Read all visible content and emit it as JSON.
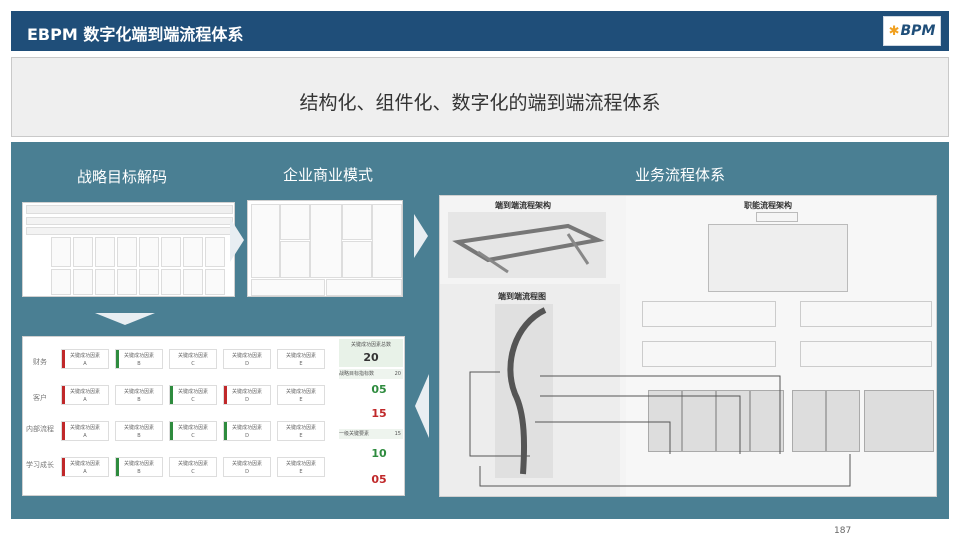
{
  "header": {
    "title": "EBPM 数字化端到端流程体系",
    "logo_text": "BPM"
  },
  "banner": {
    "text": "结构化、组件化、数字化的端到端流程体系"
  },
  "sections": {
    "strategy": "战略目标解码",
    "business_model": "企业商业模式",
    "process_system": "业务流程体系"
  },
  "process_panel": {
    "e2e_arch_title": "端到端流程架构",
    "e2e_map_title": "端到端流程图",
    "func_arch_title": "职能流程架构"
  },
  "balanced_scorecard": {
    "rows": [
      "财务",
      "客户",
      "内部流程",
      "学习成长"
    ],
    "card_label": "关键成功因素",
    "card_letters": [
      "A",
      "B",
      "C",
      "D",
      "E"
    ],
    "scores": {
      "header": "关键成功因素总数",
      "total": "20",
      "sub1_label": "战略目标指标数",
      "sub1_val": "20",
      "v1": "05",
      "v2": "15",
      "sub2_label": "一级关键要素",
      "sub2_val": "15",
      "v3": "10",
      "v4": "05"
    }
  },
  "colors": {
    "header": "#1f4e79",
    "main_bg": "#4a7f93",
    "green": "#2e8b3e",
    "red": "#c0282a"
  },
  "page_number": "187"
}
